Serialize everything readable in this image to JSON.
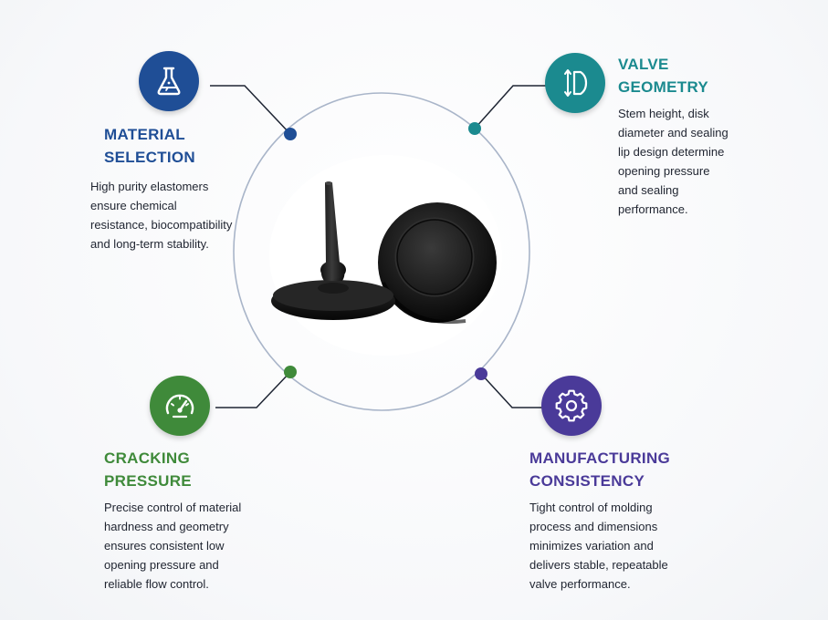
{
  "colors": {
    "material": "#1f4e96",
    "valve": "#1b8a8f",
    "cracking": "#3f8a3a",
    "manufacturing": "#4a3a99",
    "connector": "#1e2533",
    "ring": "#a9b5c9"
  },
  "sections": {
    "material": {
      "icon": "flask-icon",
      "title_lines": [
        "MATERIAL",
        "SELECTION"
      ],
      "desc_lines": [
        "High purity elastomers",
        "ensure chemical",
        "resistance, biocompatibility",
        "and long-term stability."
      ]
    },
    "valve": {
      "icon": "valve-height-icon",
      "title_lines": [
        "VALVE",
        "GEOMETRY"
      ],
      "desc_lines": [
        "Stem height, disk",
        "diameter and sealing",
        "lip design determine",
        "opening pressure",
        "and sealing",
        "performance."
      ]
    },
    "cracking": {
      "icon": "gauge-icon",
      "title_lines": [
        "CRACKING",
        "PRESSURE"
      ],
      "desc_lines": [
        "Precise control of material",
        "hardness and geometry",
        "ensures consistent low",
        "opening pressure and",
        "reliable flow control."
      ]
    },
    "manufacturing": {
      "icon": "gear-icon",
      "title_lines": [
        "MANUFACTURING",
        "CONSISTENCY"
      ],
      "desc_lines": [
        "Tight control of molding",
        "process and dimensions",
        "minimizes variation and",
        "delivers stable, repeatable",
        "valve performance."
      ]
    }
  },
  "product_image": {
    "name": "rubber-umbrella-valves"
  }
}
